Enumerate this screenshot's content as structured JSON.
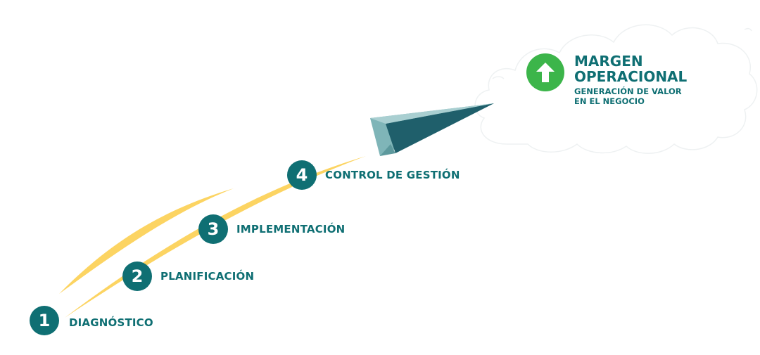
{
  "steps": [
    {
      "number": "1",
      "label": "DIAGNÓSTICO"
    },
    {
      "number": "2",
      "label": "PLANIFICACIÓN"
    },
    {
      "number": "3",
      "label": "IMPLEMENTACIÓN"
    },
    {
      "number": "4",
      "label": "CONTROL DE GESTIÓN"
    }
  ],
  "goal": {
    "icon": "arrow-up-icon",
    "title_line1": "MARGEN",
    "title_line2": "OPERACIONAL",
    "subtitle_line1": "GENERACIÓN DE VALOR",
    "subtitle_line2": "EN EL NEGOCIO"
  },
  "colors": {
    "primary": "#0f6f73",
    "accent_green": "#3cb54a",
    "trail_yellow": "#fcd462",
    "plane_light": "#7fb5b8",
    "plane_dark": "#1f5f6b",
    "cloud_outline": "#eef1f2"
  }
}
